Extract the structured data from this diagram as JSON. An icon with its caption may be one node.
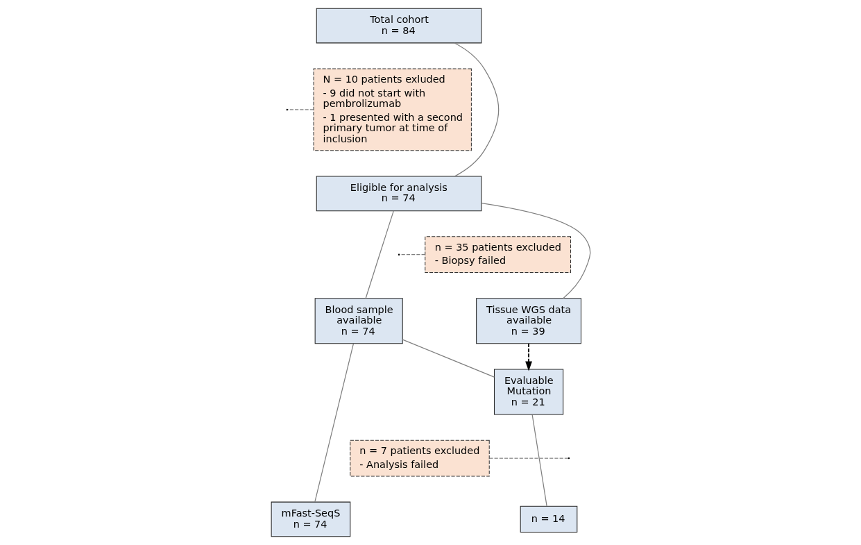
{
  "diagram": {
    "nodes": [
      {
        "text": [
          "Total cohort",
          "n = 84"
        ]
      },
      {
        "text": [
          "N = 10 patients exluded",
          "- 9 did not start with pembrolizumab",
          "- 1 presented with a second primary tumor at time of inclusion"
        ]
      },
      {
        "text": [
          "Eligible for analysis",
          "n = 74"
        ]
      },
      {
        "text": [
          "n = 35 patients excluded",
          "- Biopsy failed"
        ]
      },
      {
        "text": [
          "Tissue WGS data available",
          "n = 39"
        ]
      },
      {
        "text": [
          "Blood sample available",
          "n = 74"
        ]
      },
      {
        "text": [
          "Evaluable Mutation",
          "n = 21"
        ]
      },
      {
        "text": [
          "n = 7 patients excluded",
          "- Analysis failed"
        ]
      },
      {
        "text": [
          "n = 14"
        ]
      },
      {
        "text": [
          "mFast-SeqS",
          "n = 74"
        ]
      }
    ],
    "edges": [
      {
        "from": 0,
        "to": 2,
        "arrow": "none"
      },
      {
        "from": 1,
        "to": null,
        "arrow": "none",
        "style": "dashed"
      },
      {
        "from": 2,
        "to": 4,
        "arrow": "none"
      },
      {
        "from": 2,
        "to": 5,
        "arrow": "none"
      },
      {
        "from": 3,
        "to": null,
        "arrow": "none",
        "style": "dashed"
      },
      {
        "from": 5,
        "to": 6,
        "arrow": "none"
      },
      {
        "from": 4,
        "to": 6,
        "arrow": "to",
        "style": "dashed",
        "color": "#000000"
      },
      {
        "from": 7,
        "to": null,
        "arrow": "none",
        "style": "dashed"
      },
      {
        "from": 6,
        "to": 8,
        "arrow": "none"
      },
      {
        "from": 5,
        "to": 9,
        "arrow": "none"
      }
    ]
  }
}
